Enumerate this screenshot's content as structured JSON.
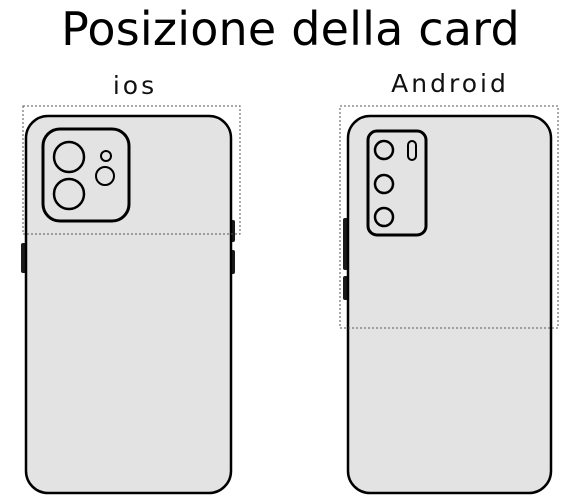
{
  "title": "Posizione della card",
  "ios": {
    "label": "ios"
  },
  "android": {
    "label": "Android"
  },
  "colors": {
    "phone_fill": "#e3e3e3",
    "outline": "#000000",
    "dashed": "#555555",
    "side_buttons": "#1a1a1a"
  }
}
